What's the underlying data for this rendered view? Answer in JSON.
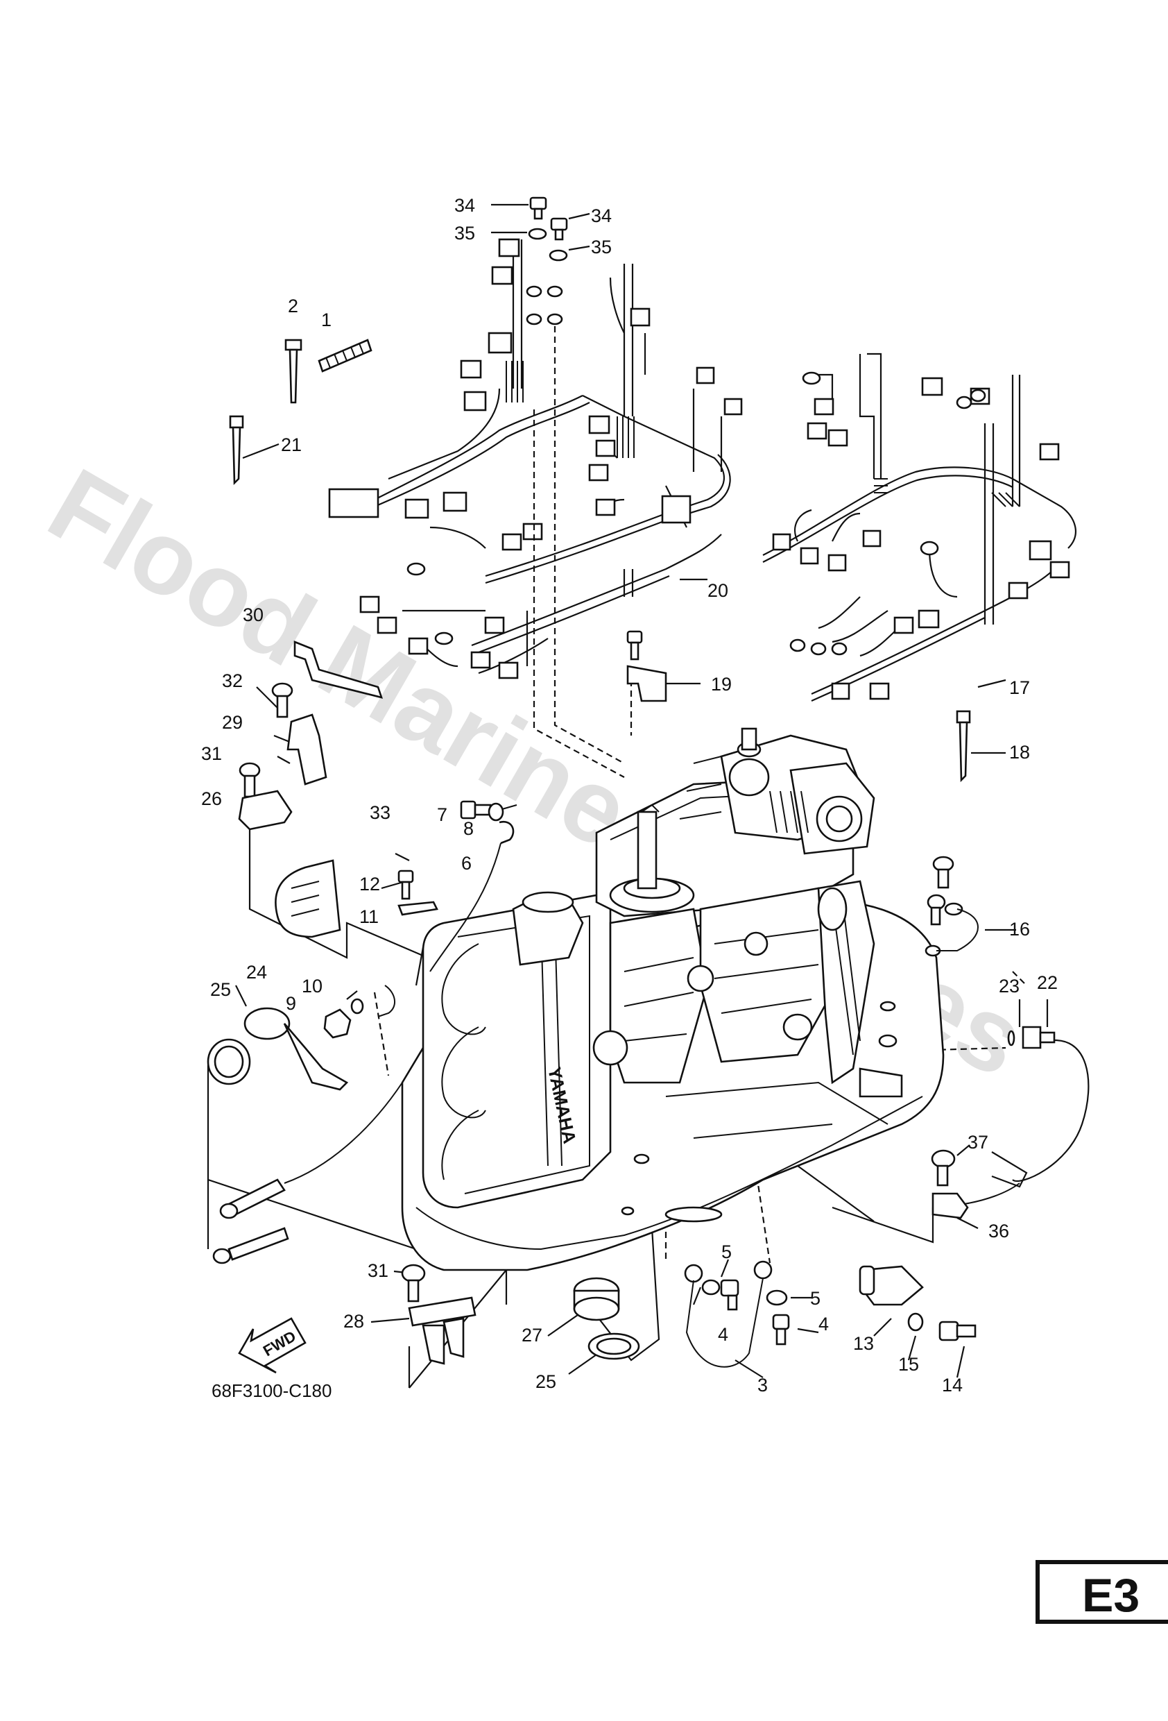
{
  "watermark": "Flood Marine Services",
  "drawing_code": "68F3100-C180",
  "page_code": "E3",
  "fwd_label": "FWD",
  "engine_brand": "YAMAHA",
  "callouts": [
    {
      "id": "c34a",
      "text": "34"
    },
    {
      "id": "c34b",
      "text": "34"
    },
    {
      "id": "c35a",
      "text": "35"
    },
    {
      "id": "c35b",
      "text": "35"
    },
    {
      "id": "c2",
      "text": "2"
    },
    {
      "id": "c1",
      "text": "1"
    },
    {
      "id": "c21",
      "text": "21"
    },
    {
      "id": "c20",
      "text": "20"
    },
    {
      "id": "c17",
      "text": "17"
    },
    {
      "id": "c30",
      "text": "30"
    },
    {
      "id": "c32",
      "text": "32"
    },
    {
      "id": "c19",
      "text": "19"
    },
    {
      "id": "c29",
      "text": "29"
    },
    {
      "id": "c18",
      "text": "18"
    },
    {
      "id": "c31a",
      "text": "31"
    },
    {
      "id": "c26",
      "text": "26"
    },
    {
      "id": "c7",
      "text": "7"
    },
    {
      "id": "c8",
      "text": "8"
    },
    {
      "id": "c33",
      "text": "33"
    },
    {
      "id": "c6",
      "text": "6"
    },
    {
      "id": "c12",
      "text": "12"
    },
    {
      "id": "c11",
      "text": "11"
    },
    {
      "id": "c16",
      "text": "16"
    },
    {
      "id": "c24",
      "text": "24"
    },
    {
      "id": "c25a",
      "text": "25"
    },
    {
      "id": "c10",
      "text": "10"
    },
    {
      "id": "c9",
      "text": "9"
    },
    {
      "id": "c23",
      "text": "23"
    },
    {
      "id": "c22",
      "text": "22"
    },
    {
      "id": "c37",
      "text": "37"
    },
    {
      "id": "c36",
      "text": "36"
    },
    {
      "id": "c31b",
      "text": "31"
    },
    {
      "id": "c5a",
      "text": "5"
    },
    {
      "id": "c5b",
      "text": "5"
    },
    {
      "id": "c4a",
      "text": "4"
    },
    {
      "id": "c4b",
      "text": "4"
    },
    {
      "id": "c28",
      "text": "28"
    },
    {
      "id": "c27",
      "text": "27"
    },
    {
      "id": "c13",
      "text": "13"
    },
    {
      "id": "c15",
      "text": "15"
    },
    {
      "id": "c14",
      "text": "14"
    },
    {
      "id": "c25b",
      "text": "25"
    },
    {
      "id": "c3",
      "text": "3"
    }
  ]
}
